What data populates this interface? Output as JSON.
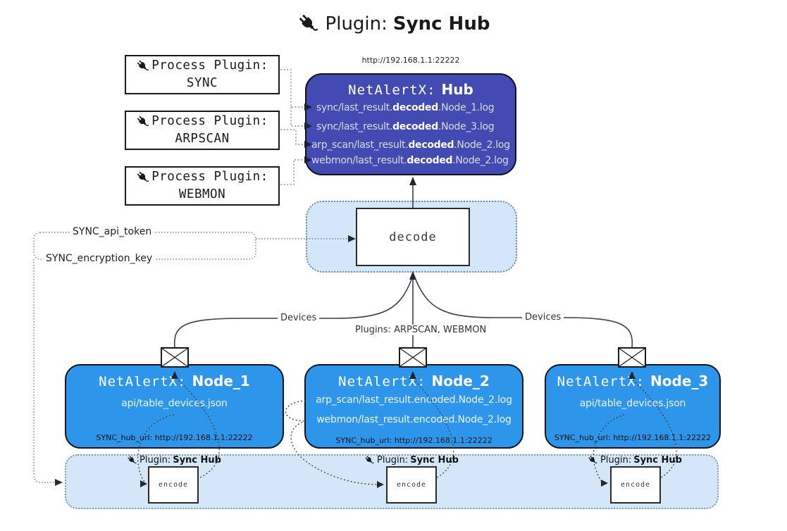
{
  "title": {
    "prefix": "Plugin:",
    "name": "Sync Hub"
  },
  "hub": {
    "url": "http://192.168.1.1:22222",
    "title_prefix": "NetAlertX:",
    "title_name": "Hub",
    "lines": [
      {
        "pre": "sync/last_result.",
        "bold": "decoded",
        "post": ".Node_1.log"
      },
      {
        "pre": "sync/last_result.",
        "bold": "decoded",
        "post": ".Node_3.log"
      },
      {
        "pre": "arp_scan/last_result.",
        "bold": "decoded",
        "post": ".Node_2.log"
      },
      {
        "pre": "webmon/last_result.",
        "bold": "decoded",
        "post": ".Node_2.log"
      }
    ]
  },
  "process_plugins": [
    {
      "label": "Process Plugin:",
      "name": "SYNC"
    },
    {
      "label": "Process Plugin:",
      "name": "ARPSCAN"
    },
    {
      "label": "Process Plugin:",
      "name": "WEBMON"
    }
  ],
  "decode": {
    "label": "decode"
  },
  "settings": {
    "api_token": "SYNC_api_token",
    "encryption_key": "SYNC_encryption_key"
  },
  "edge_labels": {
    "devices_left": "Devices",
    "devices_right": "Devices",
    "plugins_mid": "Plugins: ARPSCAN, WEBMON"
  },
  "nodes": [
    {
      "title_prefix": "NetAlertX:",
      "title_name": "Node_1",
      "files": [
        "api/table_devices.json"
      ],
      "hub_url": "SYNC_hub_url: http://192.168.1.1:22222"
    },
    {
      "title_prefix": "NetAlertX:",
      "title_name": "Node_2",
      "files": [
        "arp_scan/last_result.encoded.Node_2.log",
        "webmon/last_result.encoded.Node_2.log"
      ],
      "hub_url": "SYNC_hub_url: http://192.168.1.1:22222"
    },
    {
      "title_prefix": "NetAlertX:",
      "title_name": "Node_3",
      "files": [
        "api/table_devices.json"
      ],
      "hub_url": "SYNC_hub_url: http://192.168.1.1:22222"
    }
  ],
  "encode": {
    "plugin_prefix": "Plugin:",
    "plugin_name": "Sync Hub",
    "label": "encode"
  },
  "colors": {
    "hub_fill": "#414bb2",
    "node_fill": "#2d96ea",
    "panel_fill": "#d4e7f9",
    "line": "#3f3f3f",
    "arrow": "#22262e"
  }
}
